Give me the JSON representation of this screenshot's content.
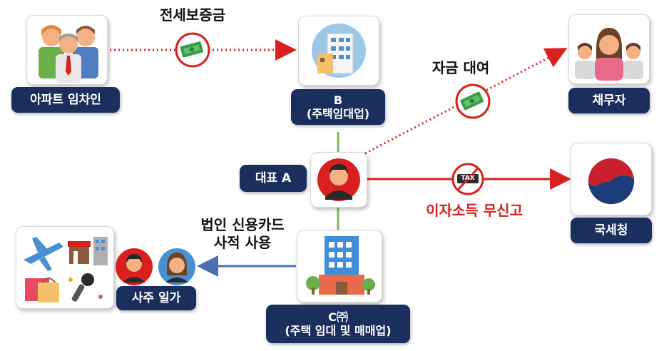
{
  "nodes": {
    "tenant": "아파트 임차인",
    "b_company": "B",
    "b_company_sub": "(주택임대업)",
    "representative": "대표 A",
    "debtor": "채무자",
    "tax_office": "국세청",
    "c_company": "C㈜",
    "c_company_sub": "(주택 임대 및 매매업)",
    "family": "사주 일가"
  },
  "edges": {
    "deposit": "전세보증금",
    "loan": "자금 대여",
    "unreported": "이자소득 무신고",
    "card_use_line1": "법인 신용카드",
    "card_use_line2": "사적 사용"
  },
  "icons": {
    "tax_badge": "TAX"
  },
  "colors": {
    "navy": "#1b2f5e",
    "red": "#d9201f",
    "green": "#7cba5a",
    "blue_arrow": "#4a6fb5"
  }
}
